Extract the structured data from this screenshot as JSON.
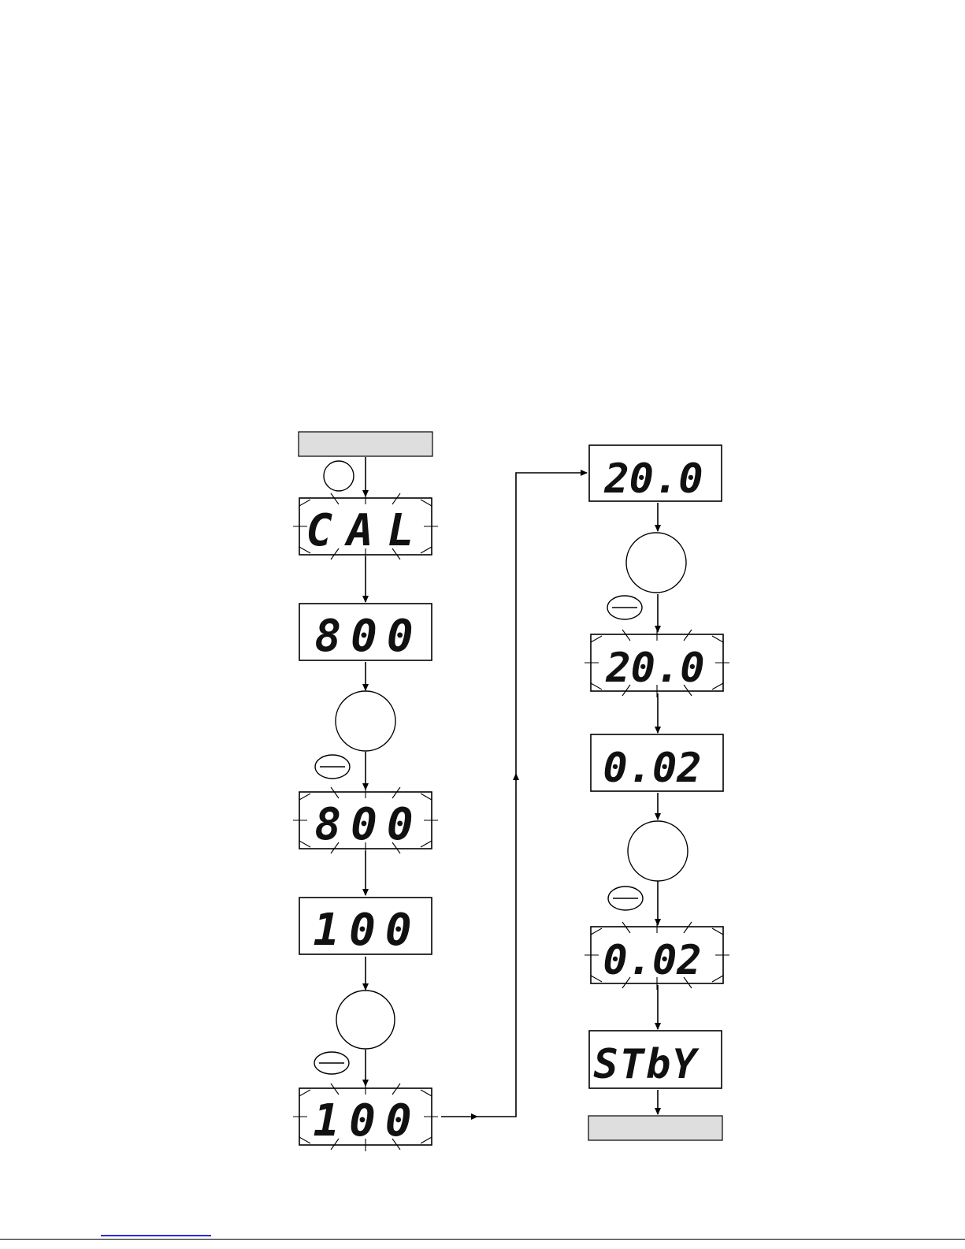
{
  "colors": {
    "terminal_fill": "#dedede",
    "line": "#000000",
    "link": "#2b2bd6"
  },
  "diagram": {
    "nodes": [
      {
        "id": "start",
        "kind": "terminal",
        "text": ""
      },
      {
        "id": "d1",
        "kind": "display",
        "text": "CAL",
        "blinking": true
      },
      {
        "id": "d2",
        "kind": "display",
        "text": "800",
        "blinking": false
      },
      {
        "id": "d3",
        "kind": "display",
        "text": "800",
        "blinking": true
      },
      {
        "id": "d4",
        "kind": "display",
        "text": "100",
        "blinking": false
      },
      {
        "id": "d5",
        "kind": "display",
        "text": "100",
        "blinking": true
      },
      {
        "id": "d6",
        "kind": "display",
        "text": "20.0",
        "blinking": false
      },
      {
        "id": "d7",
        "kind": "display",
        "text": "20.0",
        "blinking": true
      },
      {
        "id": "d8",
        "kind": "display",
        "text": "0.02",
        "blinking": false
      },
      {
        "id": "d9",
        "kind": "display",
        "text": "0.02",
        "blinking": true
      },
      {
        "id": "d10",
        "kind": "display",
        "text": "STbY",
        "blinking": false
      },
      {
        "id": "end",
        "kind": "terminal",
        "text": ""
      }
    ],
    "buttons": [
      {
        "id": "b1",
        "kind": "small-round-button",
        "symbol": ""
      },
      {
        "id": "b2",
        "kind": "large-round-button",
        "symbol": ""
      },
      {
        "id": "b3",
        "kind": "oval-minus-button",
        "symbol": "—"
      },
      {
        "id": "b4",
        "kind": "large-round-button",
        "symbol": ""
      },
      {
        "id": "b5",
        "kind": "oval-minus-button",
        "symbol": "—"
      },
      {
        "id": "b6",
        "kind": "large-round-button",
        "symbol": ""
      },
      {
        "id": "b7",
        "kind": "oval-minus-button",
        "symbol": "—"
      },
      {
        "id": "b8",
        "kind": "large-round-button",
        "symbol": ""
      },
      {
        "id": "b9",
        "kind": "oval-minus-button",
        "symbol": "—"
      }
    ]
  }
}
